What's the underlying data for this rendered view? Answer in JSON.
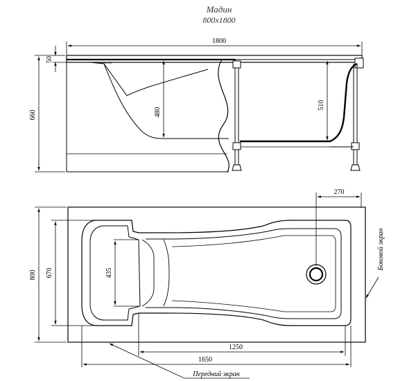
{
  "title": {
    "model": "Мадин",
    "size": "800x1800"
  },
  "side_view": {
    "dims": {
      "total_length": "1800",
      "rim": "50",
      "height": "660",
      "depth_head": "480",
      "depth_foot": "510"
    }
  },
  "top_view": {
    "dims": {
      "width": "800",
      "inner_width": "670",
      "head_width": "435",
      "drain_offset": "270",
      "inner_length": "1650",
      "bottom_length": "1250"
    },
    "labels": {
      "side_panel": "Боковой экран",
      "front_panel": "Передний экран"
    }
  }
}
